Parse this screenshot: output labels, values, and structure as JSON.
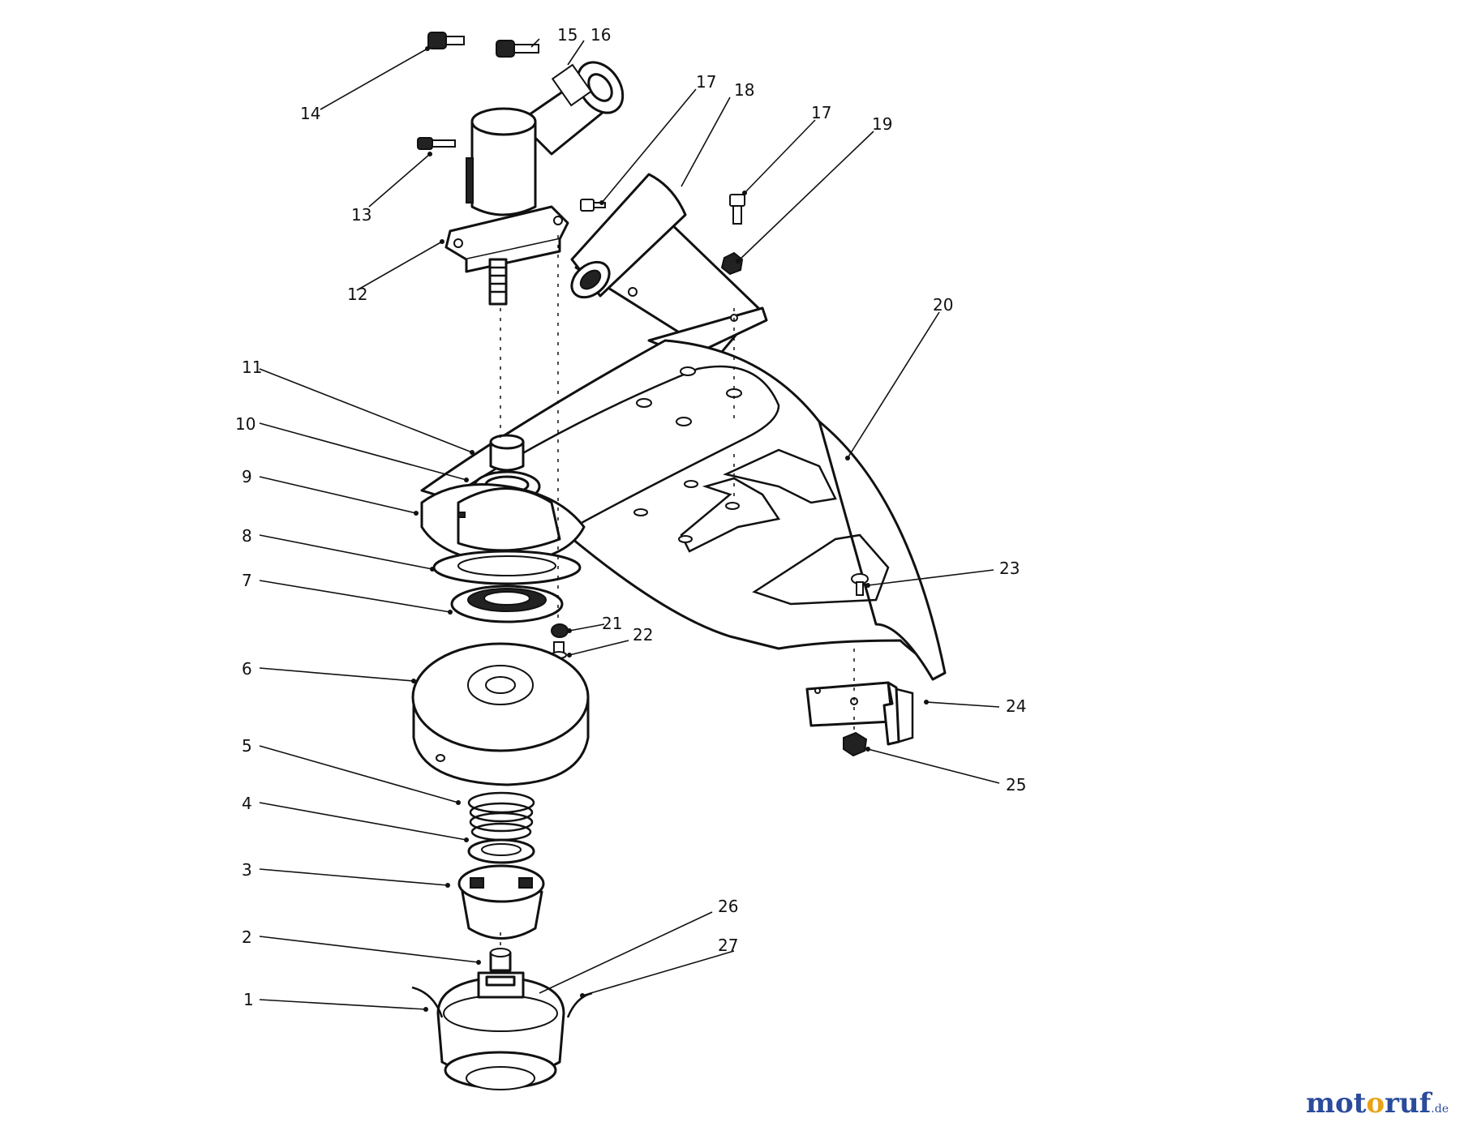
{
  "labels": {
    "p1": "1",
    "p2": "2",
    "p3": "3",
    "p4": "4",
    "p5": "5",
    "p6": "6",
    "p7": "7",
    "p8": "8",
    "p9": "9",
    "p10": "10",
    "p11": "11",
    "p12": "12",
    "p13": "13",
    "p14": "14",
    "p15": "15",
    "p16": "16",
    "p17a": "17",
    "p17b": "17",
    "p18": "18",
    "p19": "19",
    "p20": "20",
    "p21": "21",
    "p22": "22",
    "p23": "23",
    "p24": "24",
    "p25": "25",
    "p26": "26",
    "p27": "27"
  },
  "watermark": {
    "part1": "mot",
    "part2": "o",
    "part3": "ruf",
    "tld": ".de",
    "colors": {
      "primary": "#2b4b9b",
      "accent1": "#e8a317",
      "accent2": "#3a9a3a",
      "accent3": "#c8302c"
    }
  }
}
